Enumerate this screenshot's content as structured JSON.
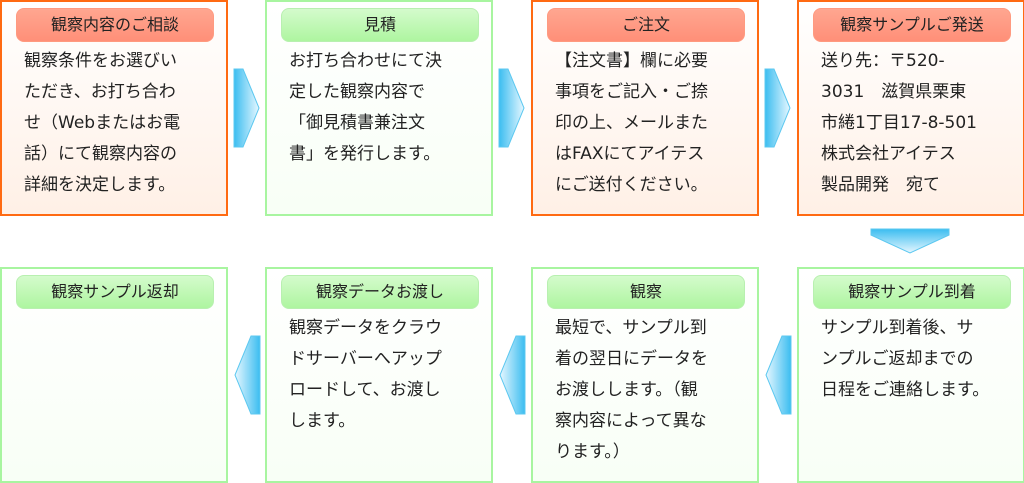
{
  "steps": [
    {
      "title": "観察内容のご相談",
      "lines": [
        "観察条件をお選びい",
        "ただき、お打ち合わ",
        "せ（Webまたはお電",
        "話）にて観察内容の",
        "詳細を決定します。"
      ]
    },
    {
      "title": "見積",
      "lines": [
        "お打ち合わせにて決",
        "定した観察内容で",
        "「御見積書兼注文",
        "書」を発行します。"
      ]
    },
    {
      "title": "ご注文",
      "lines": [
        "【注文書】欄に必要",
        "事項をご記入・ご捺",
        "印の上、メールまた",
        "はFAXにてアイテス",
        "にご送付ください。"
      ]
    },
    {
      "title": "観察サンプルご発送",
      "lines": [
        "送り先：〒520-",
        "3031　滋賀県栗東",
        "市綣1丁目17-8-501",
        "株式会社アイテス",
        "製品開発　宛て"
      ]
    },
    {
      "title": "観察サンプル到着",
      "lines": [
        "サンプル到着後、サ",
        "ンプルご返却までの",
        "日程をご連絡します。"
      ]
    },
    {
      "title": "観察",
      "lines": [
        "最短で、サンプル到",
        "着の翌日にデータを",
        "お渡しします。（観",
        "察内容によって異な",
        "ります。）"
      ]
    },
    {
      "title": "観察データお渡し",
      "lines": [
        "観察データをクラウ",
        "ドサーバーへアップ",
        "ロードして、お渡し",
        "します。"
      ]
    },
    {
      "title": "観察サンプル返却",
      "lines": []
    }
  ],
  "colors": {
    "customer_border": "#ff6a12",
    "company_border": "#a8f5a0",
    "arrow": "#5cc8f0"
  }
}
